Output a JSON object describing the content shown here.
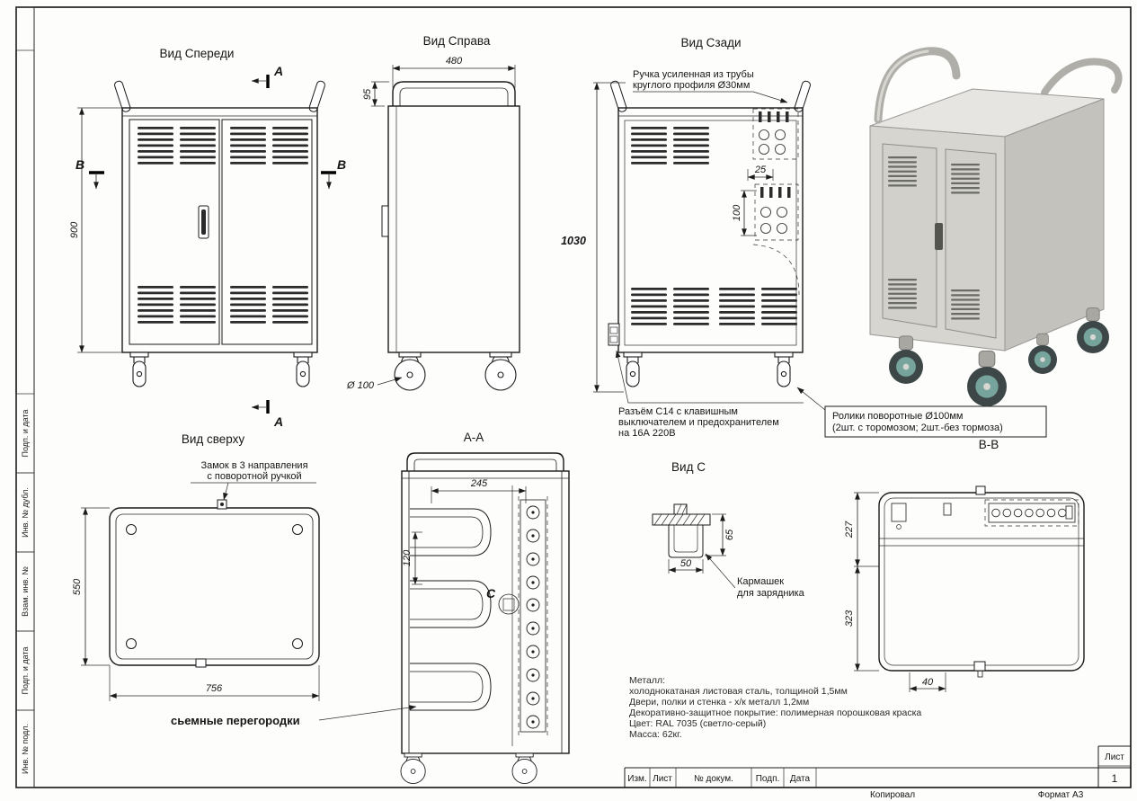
{
  "view_titles": {
    "front": "Вид Спереди",
    "right": "Вид Справа",
    "back": "Вид Сзади",
    "top": "Вид сверху",
    "section_aa": "А-А",
    "view_c": "Вид С",
    "section_bb": "В-В"
  },
  "section_markers": {
    "a": "А",
    "b": "В",
    "c": "С"
  },
  "dimensions": {
    "front_height": "900",
    "right_width": "480",
    "right_handle_h": "95",
    "wheel_diameter": "Ø 100",
    "back_total_height": "1030",
    "back_socket_offset": "25",
    "back_socket_spacing": "100",
    "top_depth": "550",
    "top_width": "756",
    "aa_shelf_width": "245",
    "aa_shelf_pitch": "120",
    "c_height": "65",
    "c_width": "50",
    "bb_top": "227",
    "bb_bottom": "323",
    "bb_offset": "40"
  },
  "annotations": {
    "handle_note": [
      "Ручка усиленная из трубы",
      "круглого профиля  Ø30мм"
    ],
    "lock_note": [
      "Замок в 3 направления",
      "с поворотной ручкой"
    ],
    "connector_note": [
      "Разъём С14 с клавишным",
      "выключателем  и предохранителем",
      "на 16А 220В"
    ],
    "casters_note": [
      "Ролики поворотные  Ø100мм",
      "(2шт. с торомозом; 2шт.-без тормоза)"
    ],
    "pocket_note": [
      "Кармашек",
      "для зарядника"
    ],
    "partitions_note": "сьемные перегородки",
    "material_note": [
      "Металл:",
      "холоднокатаная листовая сталь, толщиной 1,5мм",
      "Двери, полки и стенка - х/к металл 1,2мм",
      "Декоративно-защитное покрытие: полимерная порошковая краска",
      "Цвет: RAL 7035 (светло-серый)",
      "Масса: 62кг."
    ]
  },
  "title_block": {
    "col_izm": "Изм.",
    "col_list": "Лист",
    "col_doc": "№ докум.",
    "col_sign": "Подп.",
    "col_date": "Дата",
    "sheet_label": "Лист",
    "sheet_number": "1",
    "copied_label": "Копировал",
    "format_label": "Формат А3"
  },
  "side_stamps": [
    "Подп. и дата",
    "Инв. № дубл.",
    "Взам. инв. №",
    "Подп. и дата",
    "Инв. № подл."
  ],
  "colors": {
    "line": "#1c1c1c",
    "cart_body": "#d7d5d0",
    "cart_side": "#c4c2bd",
    "cart_top": "#e7e5e1",
    "wheel_teal": "#76a49c",
    "wheel_dark": "#3d4747"
  }
}
